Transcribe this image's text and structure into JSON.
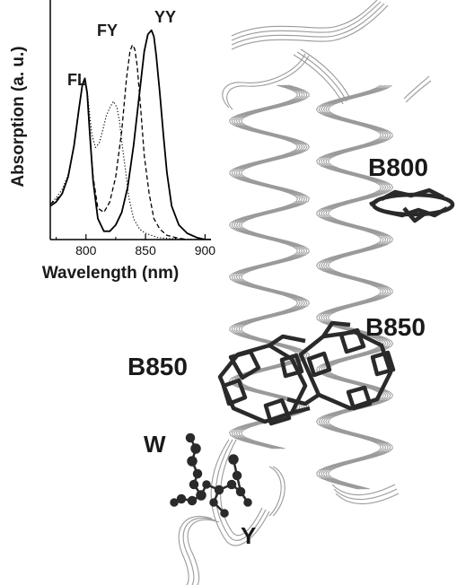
{
  "chart_data": {
    "type": "line",
    "xlabel": "Wavelength (nm)",
    "ylabel": "Absorption (a. u.)",
    "xlim": [
      770,
      905
    ],
    "ylim": [
      0,
      1.05
    ],
    "x_ticks": [
      800,
      850,
      900
    ],
    "grid": false,
    "series": [
      {
        "name": "FL",
        "style": "dotted",
        "x": [
          770,
          775,
          780,
          785,
          790,
          794,
          797,
          799,
          801,
          803,
          805,
          808,
          811,
          814,
          817,
          820,
          823,
          826,
          828,
          830,
          833,
          836,
          840,
          845,
          850,
          855,
          860,
          870,
          880,
          890,
          900,
          905
        ],
        "y": [
          0.17,
          0.2,
          0.24,
          0.31,
          0.45,
          0.62,
          0.74,
          0.76,
          0.71,
          0.6,
          0.5,
          0.44,
          0.46,
          0.52,
          0.59,
          0.63,
          0.66,
          0.63,
          0.57,
          0.47,
          0.34,
          0.2,
          0.1,
          0.05,
          0.03,
          0.02,
          0.01,
          0.005,
          0.002,
          0.001,
          0.0,
          0.0
        ]
      },
      {
        "name": "FY",
        "style": "dashed",
        "x": [
          770,
          775,
          780,
          785,
          790,
          794,
          797,
          799,
          801,
          803,
          806,
          810,
          815,
          820,
          825,
          830,
          834,
          837,
          839,
          841,
          843,
          846,
          849,
          853,
          857,
          862,
          868,
          875,
          885,
          895,
          905
        ],
        "y": [
          0.17,
          0.19,
          0.22,
          0.3,
          0.45,
          0.62,
          0.74,
          0.77,
          0.7,
          0.52,
          0.3,
          0.15,
          0.13,
          0.18,
          0.3,
          0.52,
          0.77,
          0.9,
          0.93,
          0.91,
          0.83,
          0.62,
          0.4,
          0.22,
          0.1,
          0.05,
          0.02,
          0.01,
          0.0,
          0.0,
          0.0
        ]
      },
      {
        "name": "YY",
        "style": "solid",
        "x": [
          770,
          775,
          780,
          785,
          790,
          794,
          797,
          799,
          801,
          803,
          806,
          810,
          815,
          820,
          825,
          830,
          835,
          840,
          845,
          849,
          852,
          855,
          857,
          859,
          862,
          865,
          868,
          872,
          878,
          885,
          893,
          900,
          905
        ],
        "y": [
          0.16,
          0.18,
          0.22,
          0.3,
          0.45,
          0.62,
          0.74,
          0.77,
          0.7,
          0.52,
          0.28,
          0.1,
          0.04,
          0.04,
          0.07,
          0.13,
          0.25,
          0.45,
          0.7,
          0.9,
          0.98,
          1.0,
          0.97,
          0.88,
          0.7,
          0.5,
          0.32,
          0.16,
          0.07,
          0.03,
          0.01,
          0.0,
          0.0
        ]
      }
    ]
  },
  "diagram_labels": {
    "b800": "B800",
    "b850_right": "B850",
    "b850_left": "B850",
    "w": "W",
    "y": "Y"
  },
  "colors": {
    "ribbon": "#9a9a9a",
    "pigment": "#2a2a2a",
    "curve": "#000000"
  }
}
